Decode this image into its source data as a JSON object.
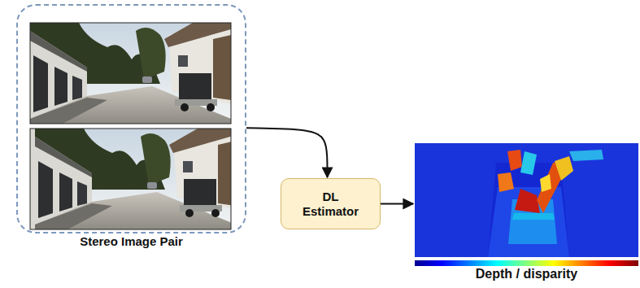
{
  "diagram": {
    "nodes": [
      {
        "text": [
          "Stereo Image Pair"
        ]
      },
      {
        "text": [
          "DL Estimator"
        ]
      },
      {
        "text": [
          "Depth / disparity"
        ]
      }
    ],
    "edges": [
      {
        "from": 0,
        "to": 1,
        "arrow": "to"
      },
      {
        "from": 1,
        "to": 2,
        "arrow": "to"
      }
    ]
  }
}
